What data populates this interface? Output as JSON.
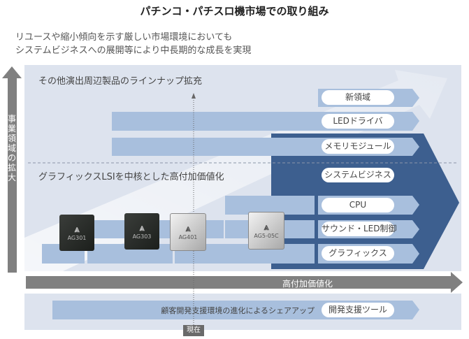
{
  "title": "パチンコ・パチスロ機市場での取り組み",
  "subtitle": [
    "リユースや縮小傾向を示す厳しい市場環境においても",
    "システムビジネスへの展開等により中長期的な成長を実現"
  ],
  "vertical_axis_label": "事業領域の拡大",
  "section_labels": {
    "upper": "その他演出周辺製品のラインナップ拡充",
    "lower": "グラフィックスLSIを中核とした高付加価値化"
  },
  "pills": {
    "new_domain": "新領域",
    "led_driver": "LEDドライバ",
    "memory_module": "メモリモジュール",
    "system_business": "システムビジネス",
    "cpu": "CPU",
    "sound_led": "サウンド・LED制御",
    "graphics": "グラフィックス",
    "dev_tools": "開発支援ツール"
  },
  "chips": [
    "AG301",
    "AG303",
    "AG401",
    "AG5-05C"
  ],
  "horizontal_arrow_label": "高付加価値化",
  "bottom_bar_text": "顧客開発支援環境の進化によるシェアアップ",
  "current_marker": "現在",
  "colors": {
    "panel": "#dde3ee",
    "bar": "#a8bfdd",
    "dark": "#3d5f8f",
    "gray": "#7f7f7f"
  }
}
